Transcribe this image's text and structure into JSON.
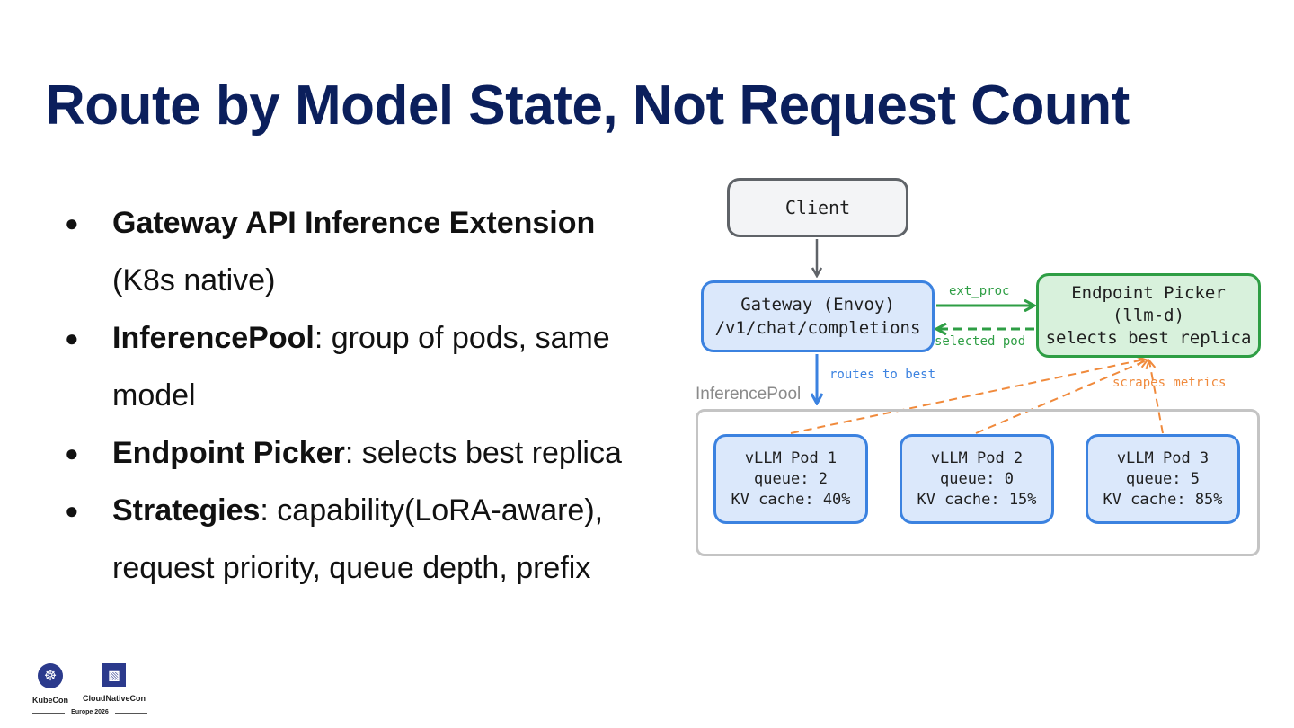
{
  "title": "Route by Model State, Not Request Count",
  "bullets": [
    {
      "bold": "Gateway API Inference Extension",
      "text": "",
      "text2": "(K8s native)"
    },
    {
      "bold": "InferencePool",
      "text": ": group of pods, same",
      "text2": "model"
    },
    {
      "bold": "Endpoint Picker",
      "text": ": selects best replica",
      "text2": ""
    },
    {
      "bold": "Strategies",
      "text": ": capability(LoRA-aware),",
      "text2": "request priority, queue depth, prefix"
    }
  ],
  "diagram": {
    "client": "Client",
    "gateway": {
      "line1": "Gateway (Envoy)",
      "line2": "/v1/chat/completions"
    },
    "picker": {
      "line1": "Endpoint Picker",
      "line2": "(llm-d)",
      "line3": "selects best replica"
    },
    "pool_label": "InferencePool",
    "pods": [
      {
        "name": "vLLM Pod 1",
        "queue": "queue: 2",
        "kv": "KV cache: 40%"
      },
      {
        "name": "vLLM Pod 2",
        "queue": "queue: 0",
        "kv": "KV cache: 15%"
      },
      {
        "name": "vLLM Pod 3",
        "queue": "queue: 5",
        "kv": "KV cache: 85%"
      }
    ],
    "edge_labels": {
      "ext_proc": "ext_proc",
      "selected_pod": "selected pod",
      "routes_to_best": "routes to best",
      "scrapes_metrics": "scrapes metrics"
    },
    "colors": {
      "blue": "#3b82e0",
      "green": "#2e9e44",
      "orange": "#f08a3c",
      "gray": "#5f6368"
    }
  },
  "logos": {
    "kubecon": "KubeCon",
    "cloudnativecon": "CloudNativeCon",
    "event": "Europe 2026",
    "kubecon_icon": "helm-wheel-icon",
    "cncf_icon": "cncf-icon"
  }
}
